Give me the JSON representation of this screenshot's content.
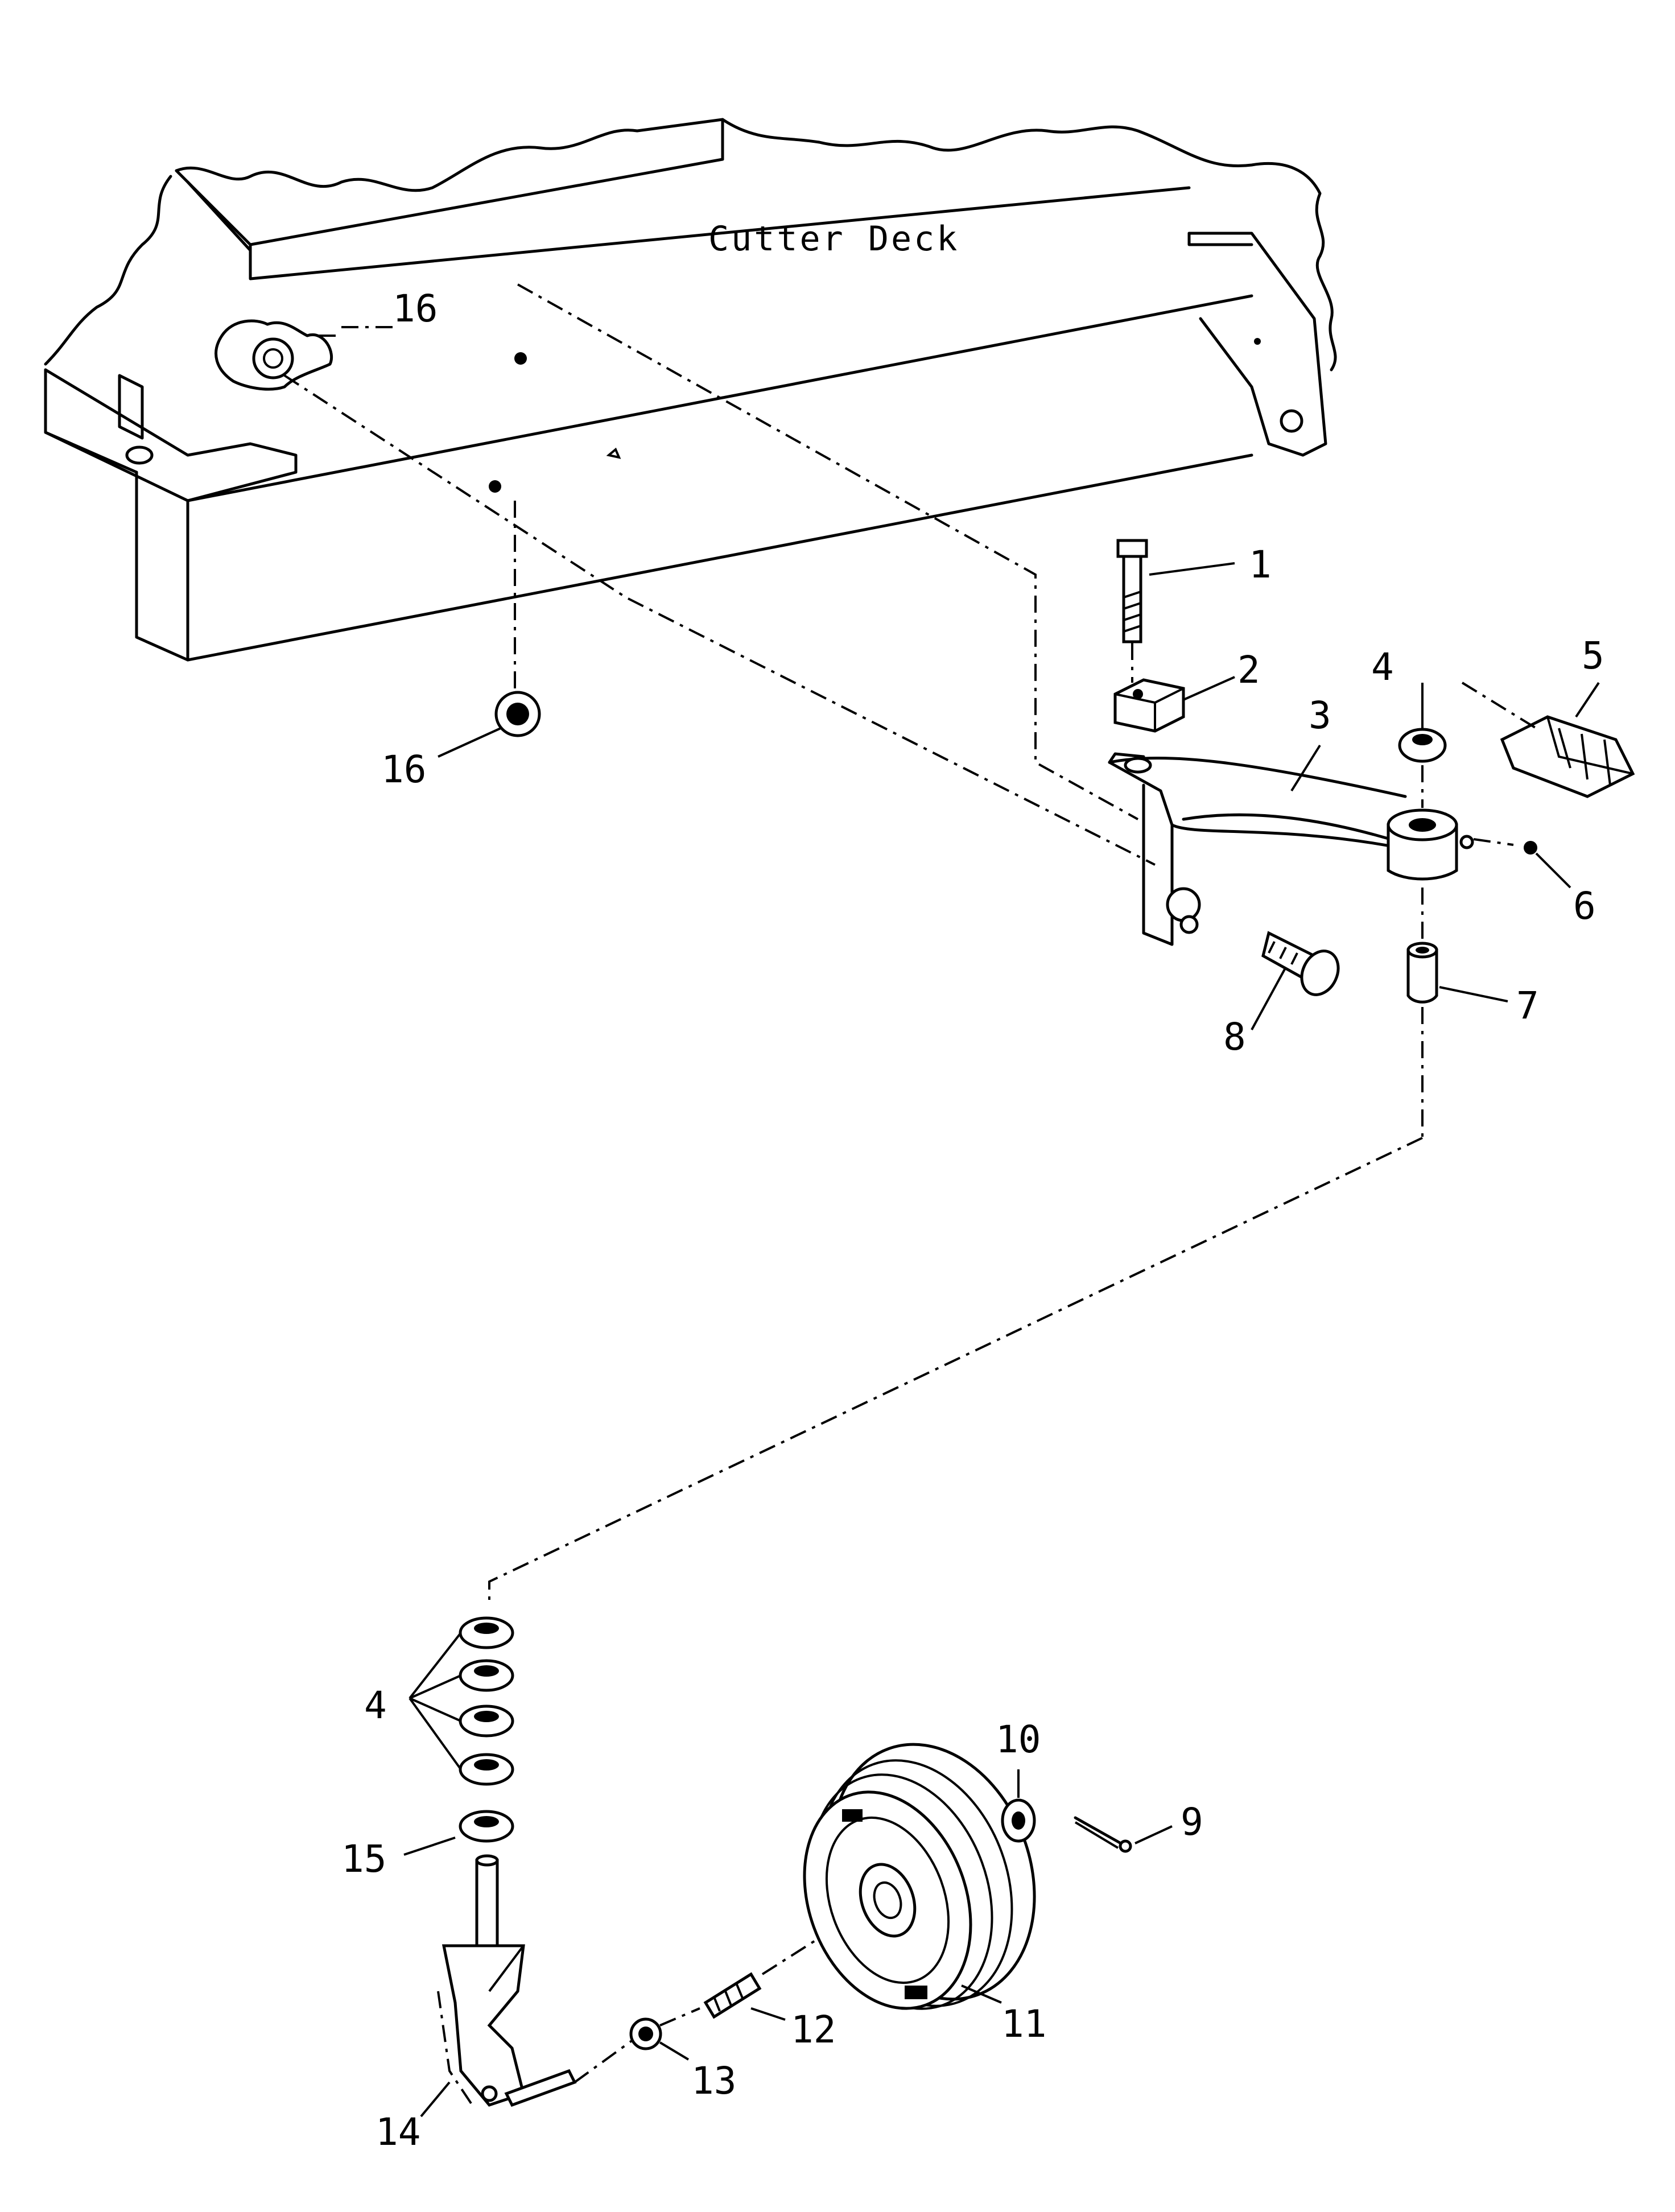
{
  "deck_label": "Cutter Deck",
  "callouts": [
    "1",
    "2",
    "3",
    "4",
    "5",
    "6",
    "7",
    "8",
    "9",
    "10",
    "11",
    "12",
    "13",
    "14",
    "15",
    "16"
  ],
  "callout_16_top": "16",
  "callout_16_bottom": "16",
  "callout_4_top": "4",
  "callout_4_stack": "4"
}
